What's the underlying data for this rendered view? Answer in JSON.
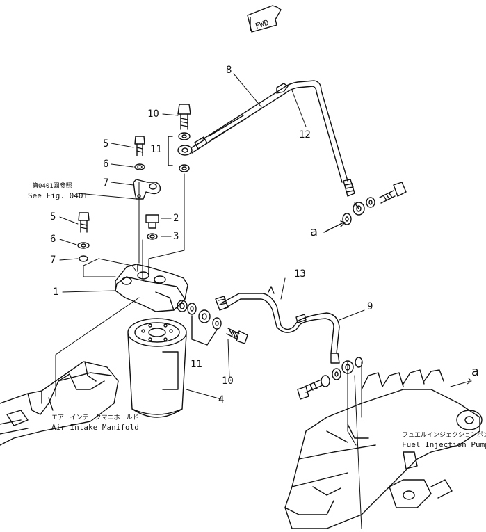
{
  "fwd_label": "FWD",
  "callouts": {
    "c1": "1",
    "c2": "2",
    "c3": "3",
    "c4": "4",
    "c5a": "5",
    "c5b": "5",
    "c6a": "6",
    "c6b": "6",
    "c7a": "7",
    "c7b": "7",
    "c8": "8",
    "c9": "9",
    "c10a": "10",
    "c10b": "10",
    "c11a": "11",
    "c11b": "11",
    "c12": "12",
    "c13": "13",
    "ref_a_left": "a",
    "ref_a_right": "a"
  },
  "notes": {
    "see_fig_jp": "第0401図参照",
    "see_fig_en": "See Fig. 0401",
    "intake_jp": "エアーインテークマニホールド",
    "intake_en": "Air Intake Manifold",
    "pump_jp": "フュエルインジェクションポンプ",
    "pump_en": "Fuel Injection Pump"
  }
}
